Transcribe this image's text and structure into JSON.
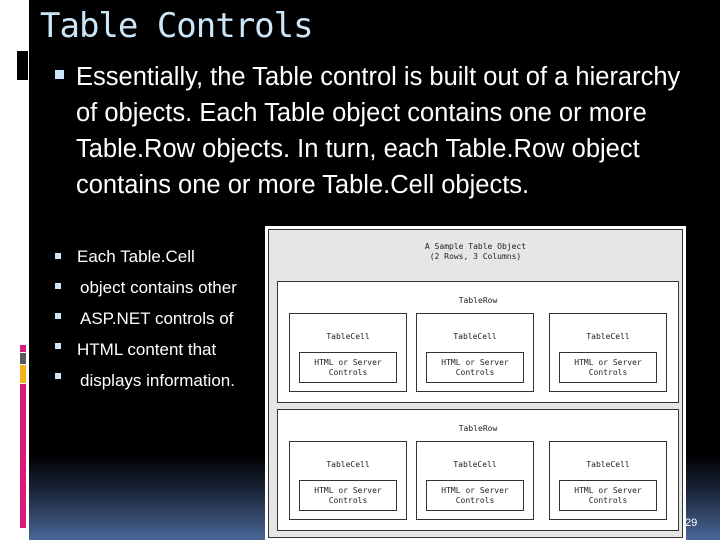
{
  "slide": {
    "title": "Table Controls",
    "main_bullet": "Essentially, the Table control is built out of a hierarchy of objects. Each Table object contains one or more Table.Row objects. In turn, each Table.Row object contains one or more Table.Cell objects.",
    "sub_bullets": [
      "Each Table.Cell",
      "object contains other",
      "ASP.NET controls of",
      "HTML content that",
      "displays information."
    ],
    "page_number": "29"
  },
  "diagram": {
    "title_line1": "A Sample Table Object",
    "title_line2": "(2 Rows, 3 Columns)",
    "row_label": "TableRow",
    "cell_label": "TableCell",
    "content_line1": "HTML or Server",
    "content_line2": "Controls"
  },
  "colors": {
    "background": "#000000",
    "title": "#cde6f7",
    "accent_magenta": "#d81b7a",
    "accent_orange": "#f5b31a",
    "accent_gray": "#555a5f"
  }
}
